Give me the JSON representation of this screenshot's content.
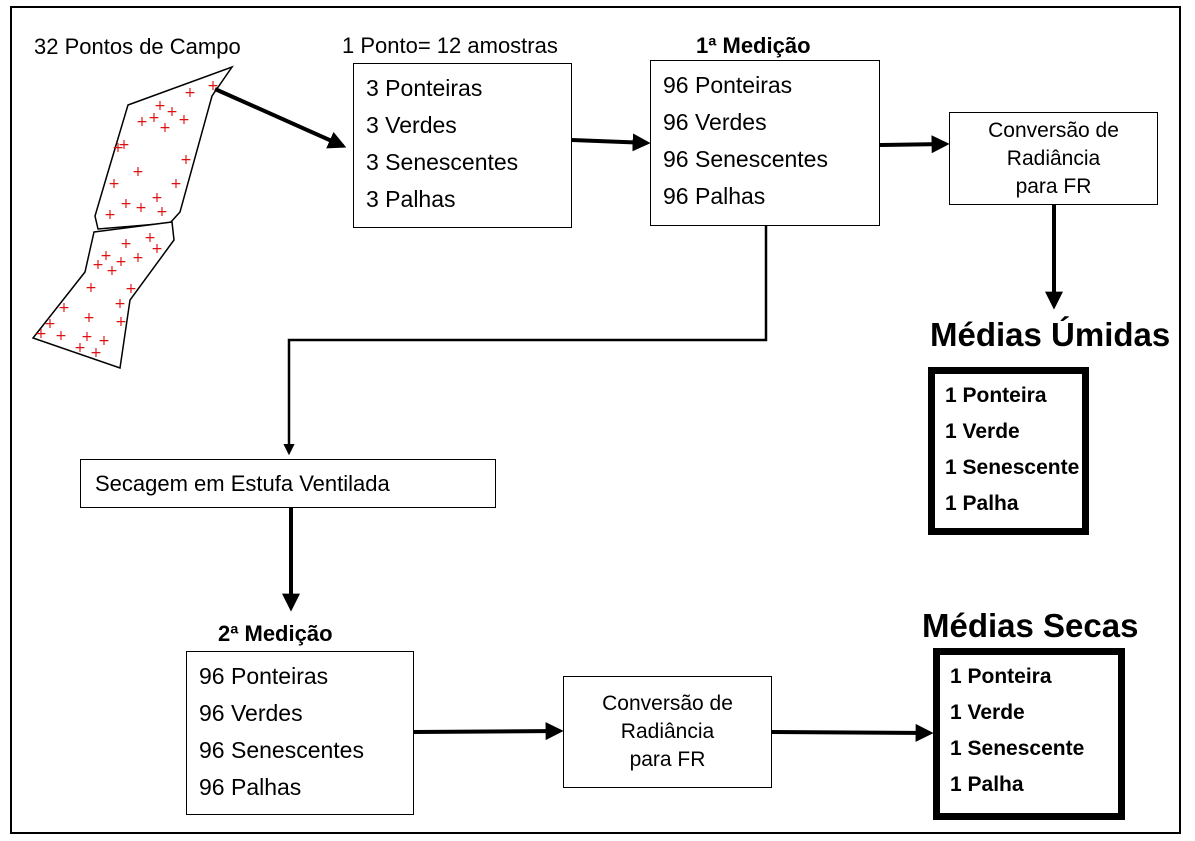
{
  "field": {
    "caption": "32 Pontos de Campo"
  },
  "sampling": {
    "caption": "1 Ponto= 12 amostras",
    "items": [
      "3 Ponteiras",
      "3 Verdes",
      "3 Senescentes",
      "3 Palhas"
    ]
  },
  "first_measurement": {
    "title": "1ª Medição",
    "items": [
      "96 Ponteiras",
      "96 Verdes",
      "96 Senescentes",
      "96 Palhas"
    ]
  },
  "conversion_top": {
    "lines": [
      "Conversão de",
      "Radiância",
      "para FR"
    ]
  },
  "wet_means": {
    "title": "Médias Úmidas",
    "items": [
      "1 Ponteira",
      "1 Verde",
      "1 Senescente",
      "1 Palha"
    ]
  },
  "drying": {
    "label": "Secagem em Estufa Ventilada"
  },
  "second_measurement": {
    "title": "2ª Medição",
    "items": [
      "96 Ponteiras",
      "96 Verdes",
      "96 Senescentes",
      "96 Palhas"
    ]
  },
  "conversion_bottom": {
    "lines": [
      "Conversão de",
      "Radiância",
      "para FR"
    ]
  },
  "dry_means": {
    "title": "Médias Secas",
    "items": [
      "1 Ponteira",
      "1 Verde",
      "1 Senescente",
      "1 Palha"
    ]
  },
  "colors": {
    "marker": "#e01010",
    "stroke": "#000000"
  }
}
